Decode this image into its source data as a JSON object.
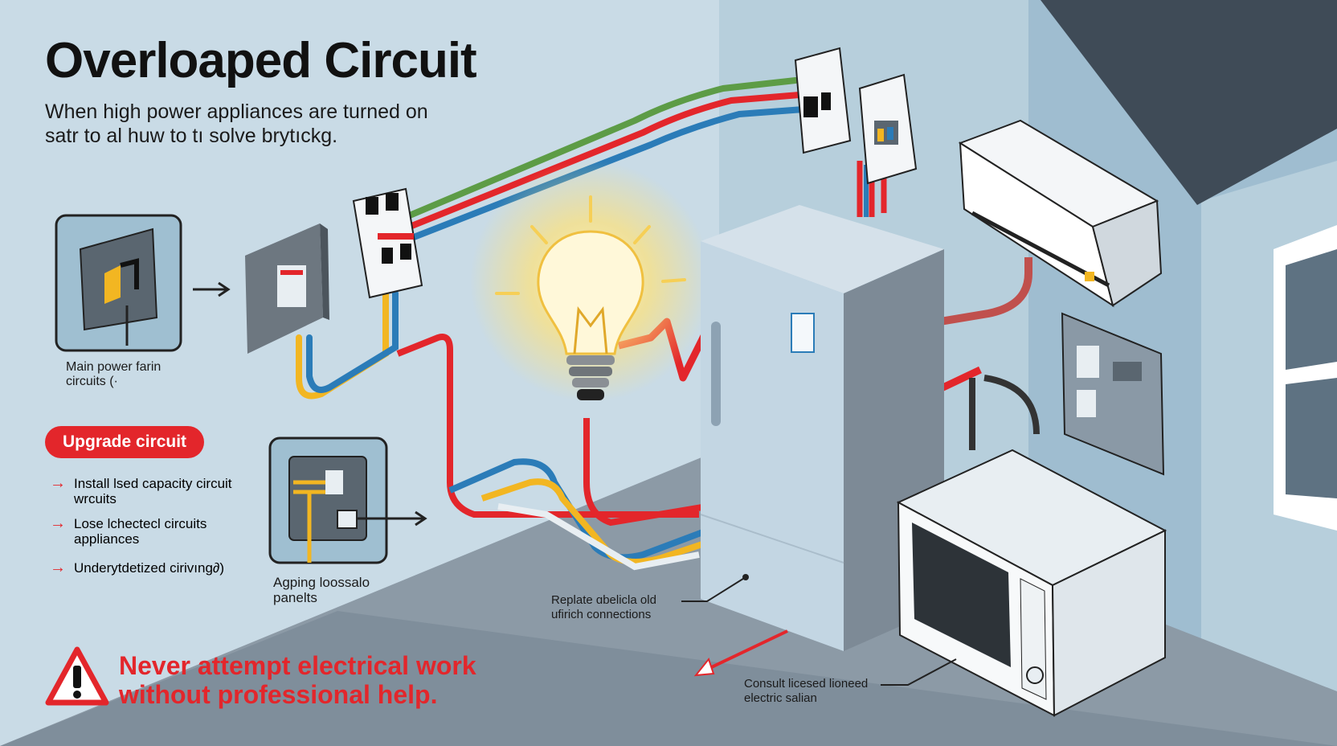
{
  "title": "Overloaped Circuit",
  "subtitle": "When high power appliances are turned on satr to al huw to tı solve brytıckg.",
  "main_panel_caption": "Main power farin circuits (·",
  "upgrade_label": "Upgrade circuit",
  "steps": [
    {
      "arrow": "→",
      "text": "Install lsed capacity circuit wrcuits"
    },
    {
      "arrow": "→",
      "text": "Lose lchectecl circuits appliances"
    },
    {
      "arrow": "→",
      "text": "Underytdetized cirivıng∂)"
    }
  ],
  "panels_caption": "Agping loossalo panelts",
  "replace_caption": "Replate ɑbelicla old ufirich connections",
  "consult_caption": "Consult licesed lioneed electric salian",
  "warning_text": "Never attempt electrical work without professional help.",
  "icons": [
    "warning-icon",
    "lightbulb-icon",
    "breaker-icon",
    "refrigerator-icon",
    "air-conditioner-icon",
    "microwave-icon",
    "outlet-icon",
    "arrow-right-icon"
  ],
  "colors": {
    "accent": "#e3262b",
    "wall": "#c9dbe6",
    "floor": "#8c9aa6",
    "wire_blue": "#2b7cb8",
    "wire_green": "#5d9c46",
    "wire_yellow": "#f2b622",
    "glow": "#ffe27a"
  }
}
